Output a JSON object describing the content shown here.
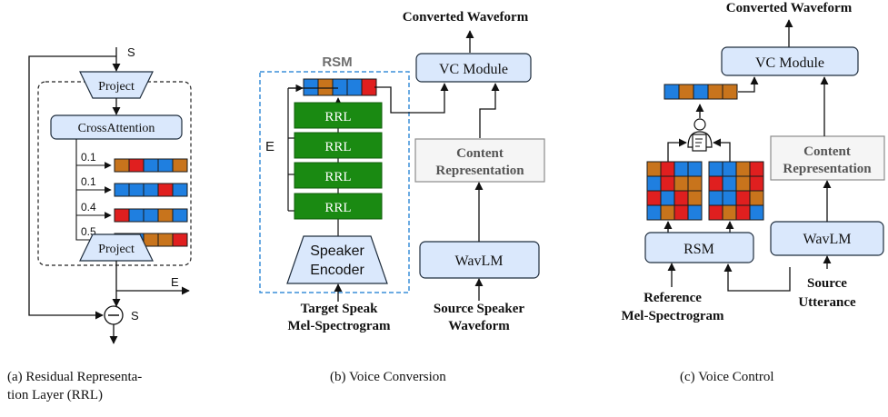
{
  "colors": {
    "box_fill": "#dae8fc",
    "box_stroke": "#1f2d3d",
    "rrl_fill": "#1a8a12",
    "rrl_stroke": "#0f5c0a",
    "content_fill": "#f5f5f5",
    "content_stroke": "#8c8c8c",
    "dashed_blue": "#3b8fd9",
    "vector_blue": "#1f7fe0",
    "vector_orange": "#c8741c",
    "vector_red": "#e01f1f"
  },
  "panel_a": {
    "s_top": "S",
    "project_top": "Project",
    "cross_attention": "CrossAttention",
    "weights": [
      "0.1",
      "0.1",
      "0.4",
      "0.5"
    ],
    "project_bottom": "Project",
    "e_label": "E",
    "s_bottom": "S",
    "caption_line1": "(a)  Residual  Representa-",
    "caption_line2": "tion Layer (RRL)"
  },
  "panel_b": {
    "converted_waveform": "Converted Waveform",
    "rsm_label": "RSM",
    "vc_module": "VC Module",
    "rrl_labels": [
      "RRL",
      "RRL",
      "RRL",
      "RRL"
    ],
    "e_label": "E",
    "content_line1": "Content",
    "content_line2": "Representation",
    "speaker_line1": "Speaker",
    "speaker_line2": "Encoder",
    "wavlm": "WavLM",
    "target_line1": "Target Speak",
    "target_line2": "Mel-Spectrogram",
    "source_line1": "Source Speaker",
    "source_line2": "Waveform",
    "caption": "(b)  Voice Conversion"
  },
  "panel_c": {
    "converted_waveform": "Converted Waveform",
    "vc_module": "VC Module",
    "content_line1": "Content",
    "content_line2": "Representation",
    "rsm": "RSM",
    "wavlm": "WavLM",
    "reference_line1": "Reference",
    "reference_line2": "Mel-Spectrogram",
    "source_line1": "Source",
    "source_line2": "Utterance",
    "caption": "(c)  Voice Control"
  }
}
